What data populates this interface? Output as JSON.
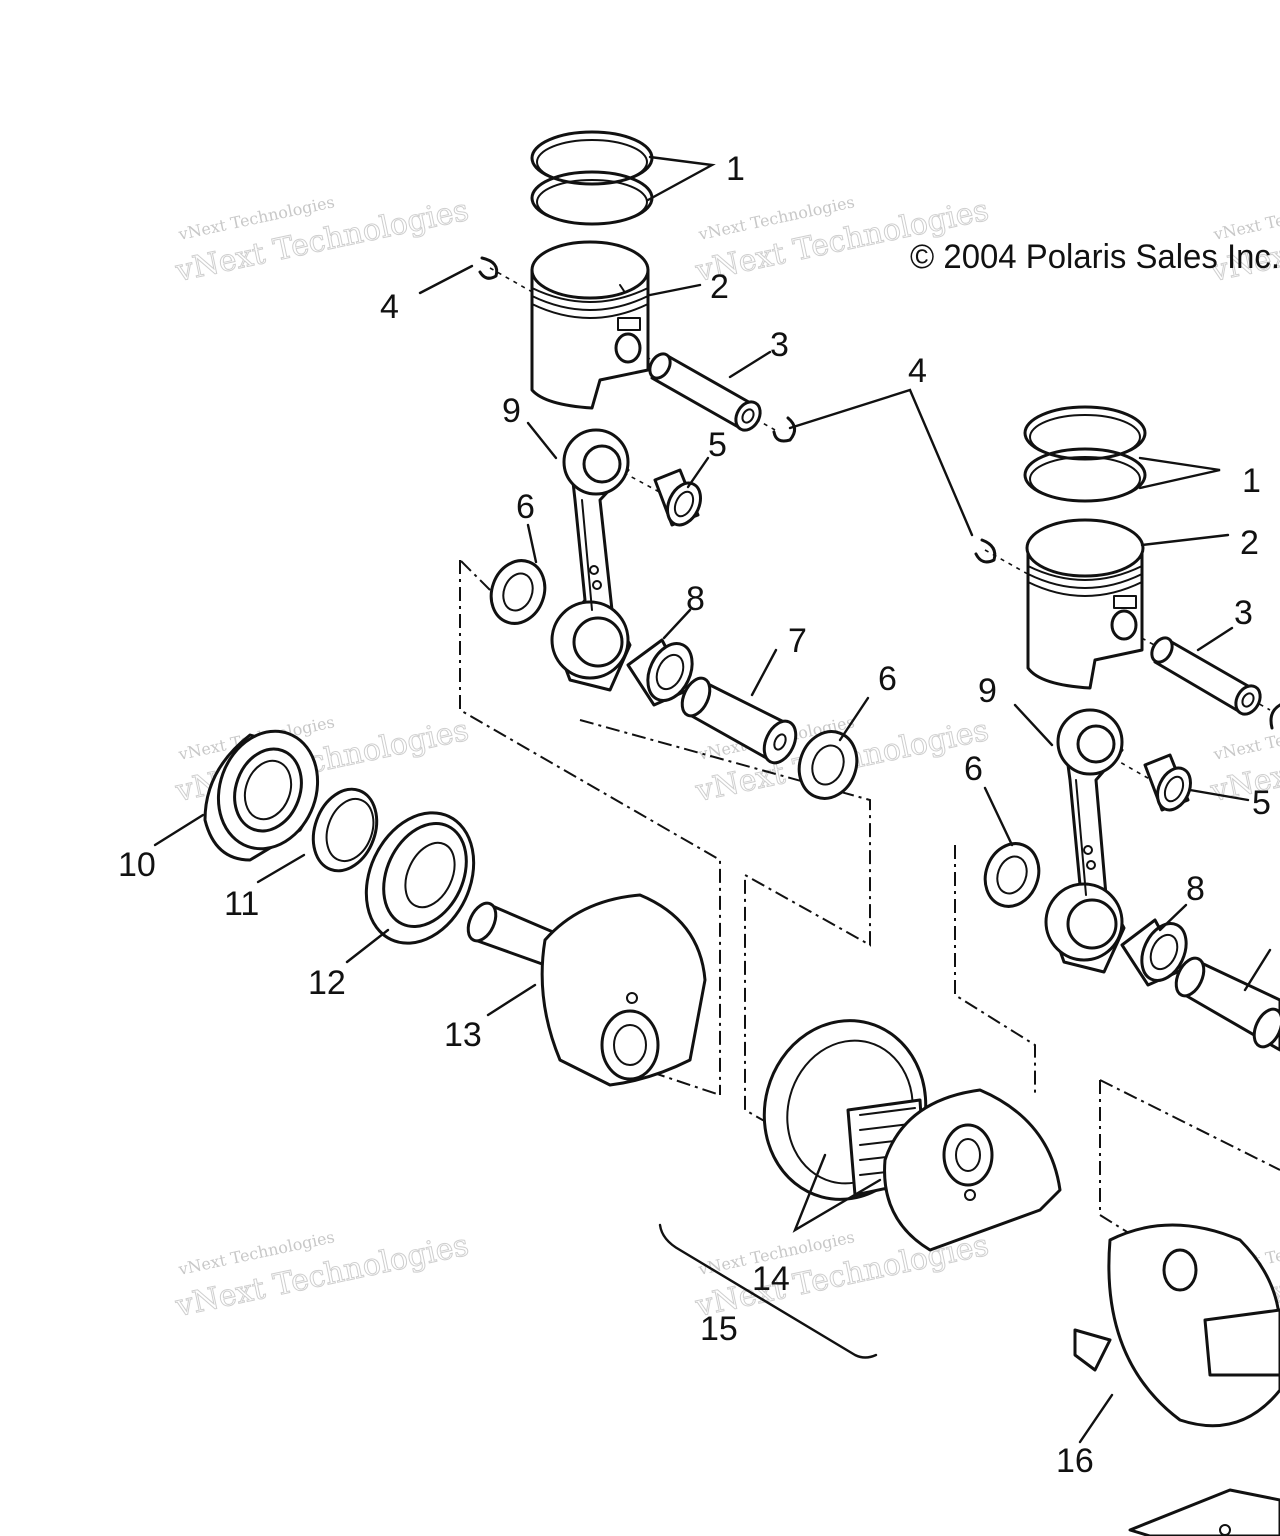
{
  "copyright": "© 2004 Polaris Sales Inc.",
  "watermarks": [
    {
      "line1": "vNext Technologies",
      "line2": "vNext Technologies"
    },
    {
      "line1": "vNext Technologies",
      "line2": "vNext Technologies"
    },
    {
      "line1": "vNext Technologies",
      "line2": "vNext Technologies"
    },
    {
      "line1": "vNext Technologies",
      "line2": "vNext Technologies"
    },
    {
      "line1": "vNext Technologies",
      "line2": "vNext Technologies"
    },
    {
      "line1": "vNext Technologies",
      "line2": "vNext Technologies"
    },
    {
      "line1": "vNext Technologies",
      "line2": "vNext Technologies"
    },
    {
      "line1": "vNext Technologies",
      "line2": "vNext Technologies"
    },
    {
      "line1": "vNext Technologies",
      "line2": "vNext Technologies"
    }
  ],
  "callouts": {
    "c1a": "1",
    "c2a": "2",
    "c3a": "3",
    "c4a": "4",
    "c4b": "4",
    "c5a": "5",
    "c6a": "6",
    "c6b": "6",
    "c7a": "7",
    "c8a": "8",
    "c9a": "9",
    "c1b": "1",
    "c2b": "2",
    "c3b": "3",
    "c5b": "5",
    "c6c": "6",
    "c8b": "8",
    "c9b": "9",
    "c10": "10",
    "c11": "11",
    "c12": "12",
    "c13": "13",
    "c14": "14",
    "c15": "15",
    "c16": "16"
  }
}
